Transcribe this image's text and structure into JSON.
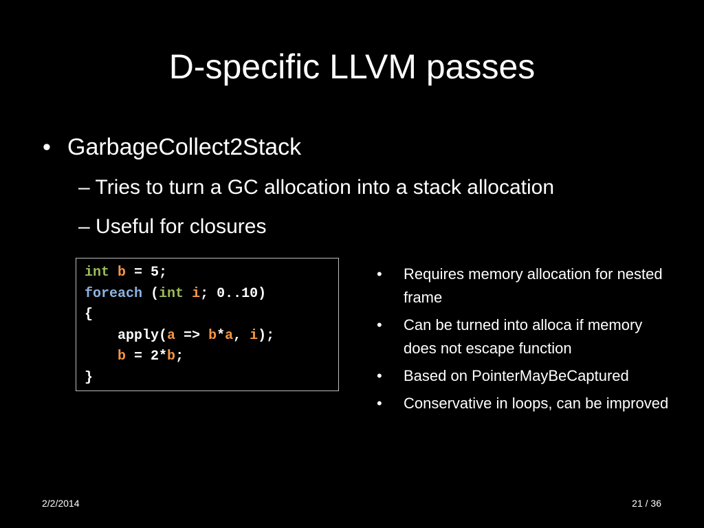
{
  "slide": {
    "title": "D-specific LLVM passes",
    "bullets": [
      {
        "marker": "•",
        "text": "GarbageCollect2Stack",
        "sub": [
          {
            "marker": "–",
            "text": "Tries to turn a GC allocation into a stack allocation"
          },
          {
            "marker": "–",
            "text": "Useful for closures"
          }
        ]
      }
    ],
    "code": {
      "lines": [
        [
          {
            "t": "int",
            "c": "green"
          },
          {
            "t": " ",
            "c": "white"
          },
          {
            "t": "b",
            "c": "orange"
          },
          {
            "t": " = 5;",
            "c": "white"
          }
        ],
        [
          {
            "t": "foreach",
            "c": "blue"
          },
          {
            "t": " (",
            "c": "white"
          },
          {
            "t": "int",
            "c": "green"
          },
          {
            "t": " ",
            "c": "white"
          },
          {
            "t": "i",
            "c": "orange"
          },
          {
            "t": "; 0..10)",
            "c": "white"
          }
        ],
        [
          {
            "t": "{",
            "c": "white"
          }
        ],
        [
          {
            "t": "    apply(",
            "c": "white"
          },
          {
            "t": "a",
            "c": "orange"
          },
          {
            "t": " => ",
            "c": "white"
          },
          {
            "t": "b",
            "c": "orange"
          },
          {
            "t": "*",
            "c": "white"
          },
          {
            "t": "a",
            "c": "orange"
          },
          {
            "t": ", ",
            "c": "white"
          },
          {
            "t": "i",
            "c": "orange"
          },
          {
            "t": ");",
            "c": "white"
          }
        ],
        [
          {
            "t": "    ",
            "c": "white"
          },
          {
            "t": "b",
            "c": "orange"
          },
          {
            "t": " = 2*",
            "c": "white"
          },
          {
            "t": "b",
            "c": "orange"
          },
          {
            "t": ";",
            "c": "white"
          }
        ],
        [
          {
            "t": "}",
            "c": "white"
          }
        ]
      ]
    },
    "side_bullets": [
      {
        "marker": "•",
        "text": "Requires memory allocation for nested frame"
      },
      {
        "marker": "•",
        "text": "Can be turned into alloca if memory does not escape function"
      },
      {
        "marker": "•",
        "text": "Based on PointerMayBeCaptured"
      },
      {
        "marker": "•",
        "text": "Conservative in loops, can be improved"
      }
    ],
    "footer": {
      "date": "2/2/2014",
      "page": "21 / 36"
    }
  },
  "colors": {
    "background": "#000000",
    "text": "#ffffff",
    "keyword_green": "#9bbb59",
    "keyword_blue": "#8db3e2",
    "variable_orange": "#f79646",
    "code_border": "#bfbfbf"
  }
}
